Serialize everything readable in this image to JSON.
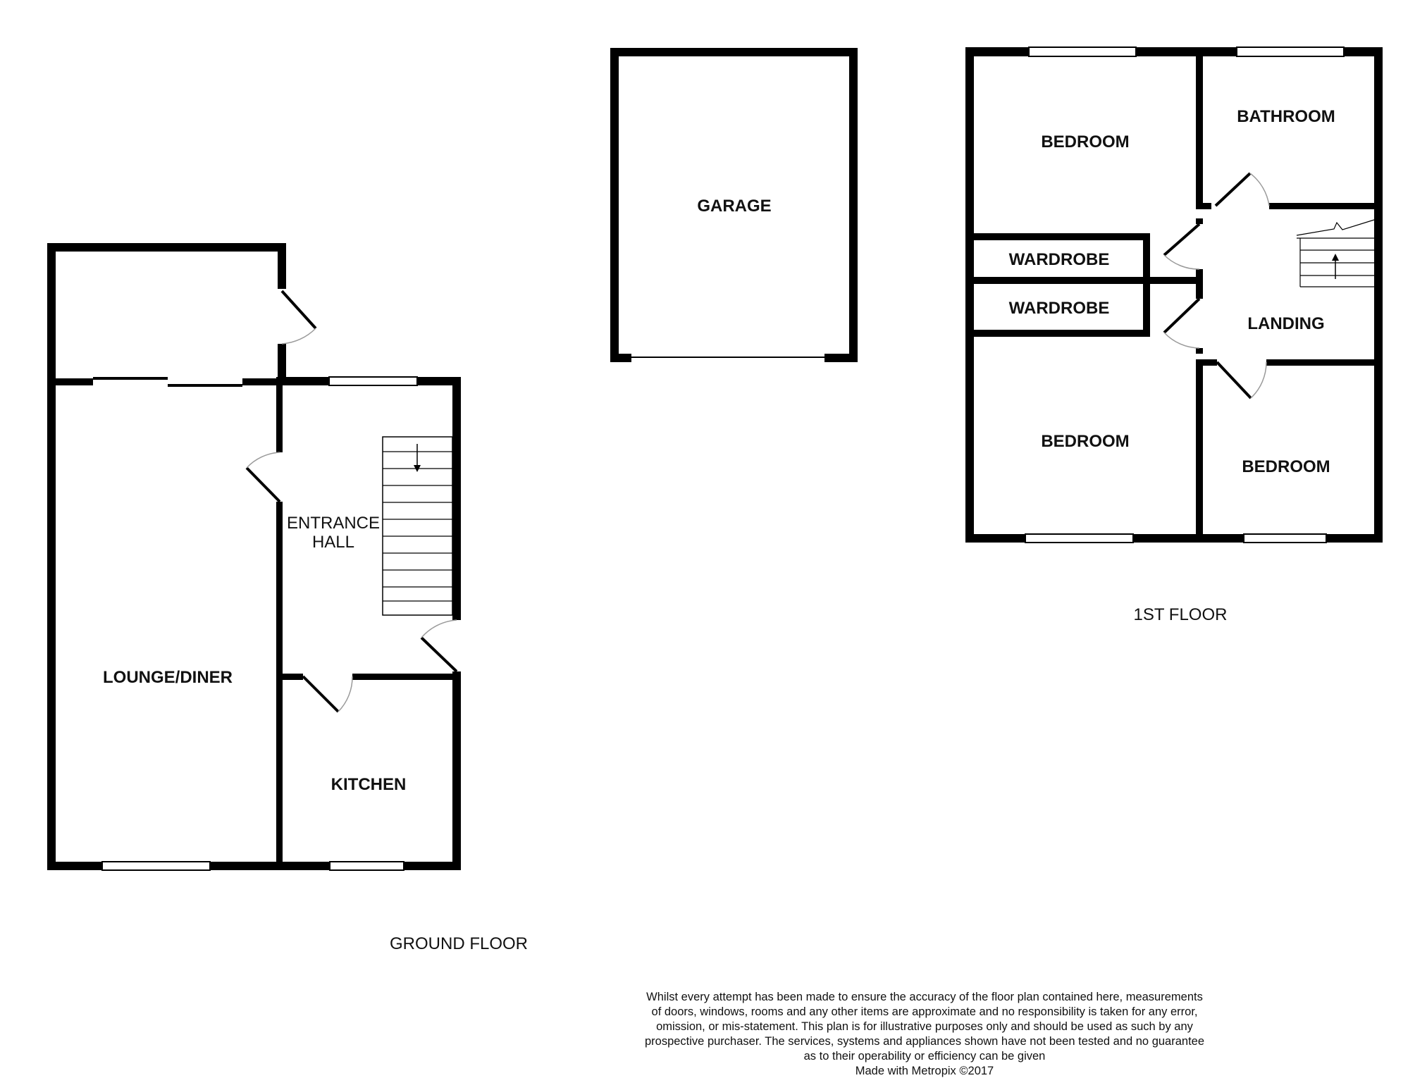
{
  "floors": {
    "ground": {
      "label": "GROUND FLOOR"
    },
    "first": {
      "label": "1ST FLOOR"
    }
  },
  "rooms": {
    "garage": "GARAGE",
    "lounge_diner": "LOUNGE/DINER",
    "entrance_hall_line1": "ENTRANCE",
    "entrance_hall_line2": "HALL",
    "kitchen": "KITCHEN",
    "bedroom_front_left": "BEDROOM",
    "bathroom": "BATHROOM",
    "wardrobe_upper": "WARDROBE",
    "wardrobe_lower": "WARDROBE",
    "landing": "LANDING",
    "bedroom_rear_left": "BEDROOM",
    "bedroom_rear_right": "BEDROOM"
  },
  "disclaimer": {
    "lines": [
      "Whilst every attempt has been made to ensure the accuracy of the floor plan contained here, measurements",
      "of doors, windows, rooms and any other items are approximate and no responsibility is taken for any error,",
      "omission, or mis-statement. This plan is for illustrative purposes only and should be used as such by any",
      "prospective purchaser. The services, systems and appliances shown have not been tested and no guarantee",
      "as to their operability or efficiency can be given"
    ],
    "credit": "Made with Metropix ©2017"
  },
  "colors": {
    "wall": "#000000",
    "background": "#ffffff",
    "door_swing": "#9a9a9a"
  }
}
